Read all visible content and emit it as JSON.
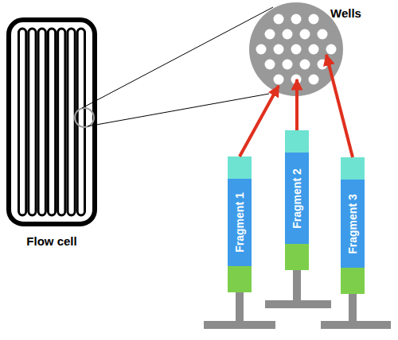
{
  "diagram": {
    "nodes": [
      {
        "text": [
          "Flow cell"
        ]
      },
      {
        "text": [
          "Wells"
        ]
      },
      {
        "text": [
          "Fragment 1"
        ]
      },
      {
        "text": [
          "Fragment 2"
        ]
      },
      {
        "text": [
          "Fragment 3"
        ]
      }
    ],
    "edges": [
      {
        "from": 2,
        "to": 1,
        "arrow": "to"
      },
      {
        "from": 3,
        "to": 1,
        "arrow": "to"
      },
      {
        "from": 4,
        "to": 1,
        "arrow": "to"
      }
    ]
  }
}
